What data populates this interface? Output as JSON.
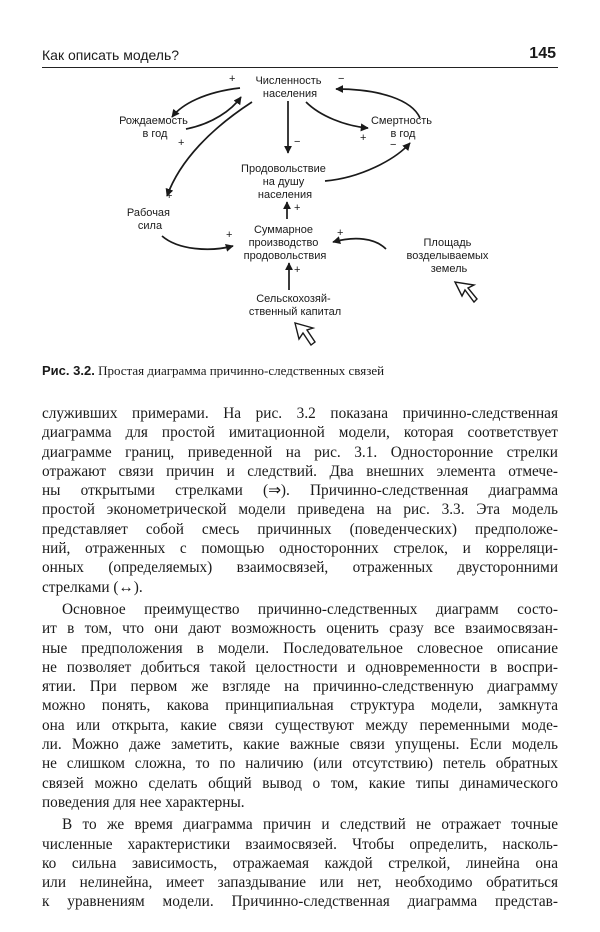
{
  "header": {
    "title": "Как описать модель?",
    "page_number": "145"
  },
  "diagram": {
    "nodes": {
      "population": [
        "Численность",
        "населения"
      ],
      "birth": [
        "Рождаемость",
        "в год"
      ],
      "death": [
        "Смертность",
        "в год"
      ],
      "food_per_capita": [
        "Продовольствие",
        "на душу",
        "населения"
      ],
      "labor": [
        "Рабочая",
        "сила"
      ],
      "total_food": [
        "Суммарное",
        "производство",
        "продовольствия"
      ],
      "arable_land": [
        "Площадь",
        "возделываемых",
        "земель"
      ],
      "capital": [
        "Сельскохозяй-",
        "ственный капитал"
      ]
    },
    "signs": {
      "plus": "+",
      "minus": "−"
    }
  },
  "caption": {
    "label": "Рис. 3.2.",
    "text": " Простая диаграмма причинно-следственных связей"
  },
  "body": {
    "lines": [
      "служивших примерами. На рис. 3.2 показана причинно-следственная",
      "диаграмма для простой имитационной модели, которая соответствует",
      "диаграмме границ, приведенной на рис. 3.1. Односторонние стрелки",
      "отражают связи причин и следствий. Два внешних элемента отмече-",
      "ны открытыми стрелками (⇒). Причинно-следственная диаграмма",
      "простой эконометрической модели приведена на рис. 3.3. Эта модель",
      "представляет собой смесь причинных (поведенческих) предположе-",
      "ний, отраженных с помощью односторонних стрелок, и корреляци-",
      "онных (определяемых) взаимосвязей, отраженных двусторонними",
      "стрелками (↔).",
      "Основное преимущество причинно-следственных диаграмм состо-",
      "ит в том, что они дают возможность оценить сразу все взаимосвязан-",
      "ные предположения в модели. Последовательное словесное описание",
      "не позволяет добиться такой целостности и одновременности в воспри-",
      "ятии. При первом же взгляде на причинно-следственную диаграмму",
      "можно понять, какова принципиальная структура модели, замкнута",
      "она или открыта, какие связи существуют между переменными моде-",
      "ли. Можно даже заметить, какие важные связи упущены. Если модель",
      "не слишком сложна, то по наличию (или отсутствию) петель обратных",
      "связей можно сделать общий вывод о том, какие типы динамического",
      "поведения для нее характерны.",
      "В то же время диаграмма причин и следствий не отражает точные",
      "численные характеристики взаимосвязей. Чтобы определить, насколь-",
      "ко сильна зависимость, отражаемая каждой стрелкой, линейна она",
      "или нелинейна, имеет запаздывание или нет, необходимо обратиться",
      "к уравнениям модели. Причинно-следственная диаграмма представ-"
    ]
  }
}
